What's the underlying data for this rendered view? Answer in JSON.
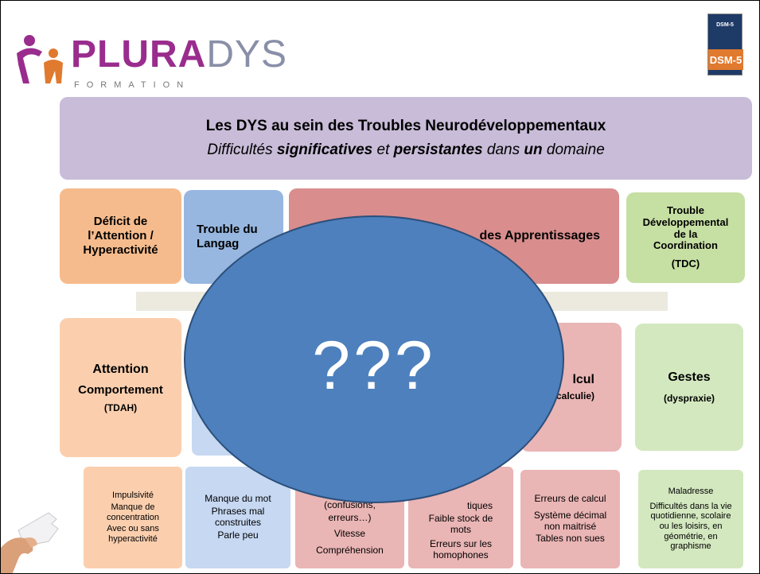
{
  "logo": {
    "brand_bold": "PLURA",
    "brand_light": "DYS",
    "subtitle": "FORMATION"
  },
  "book": {
    "title": "DSM-5",
    "cover_big": "DSM-5"
  },
  "header": {
    "title": "Les DYS au sein des Troubles Neurodéveloppementaux",
    "subtitle_parts": [
      "Difficultés ",
      "significatives",
      " et ",
      "persistantes",
      " dans ",
      "un",
      " domaine"
    ]
  },
  "categories": {
    "tdah": [
      "Déficit de",
      "l’Attention /",
      "Hyperactivité"
    ],
    "langage": [
      "Trouble du",
      "Langag"
    ],
    "apprentissages": "des Apprentissages",
    "tdc": [
      "Trouble",
      "Développemental",
      "de la",
      "Coordination",
      "(TDC)"
    ]
  },
  "domains": {
    "attention": [
      "Attention",
      "Comportement",
      "(TDAH)"
    ],
    "calcul": [
      "lcul",
      "calculie)"
    ],
    "gestes": [
      "Gestes",
      "(dyspraxie)"
    ]
  },
  "overlay": {
    "text": "???"
  },
  "symptoms": {
    "tdah": [
      "Impulsivité",
      "Manque de concentration",
      "Avec ou sans hyperactivité"
    ],
    "langage": [
      "Manque du mot",
      "Phrases mal construites",
      "Parle peu"
    ],
    "lecture": [
      "(confusions,",
      "erreurs…)",
      "Vitesse",
      "Compréhension"
    ],
    "ortho": [
      "tiques",
      "Faible stock de mots",
      "Erreurs sur les homophones"
    ],
    "calcul": [
      "Erreurs de calcul",
      "Système décimal non maitrisé",
      "Tables non sues"
    ],
    "gestes": [
      "Maladresse",
      "Difficultés dans la vie quotidienne, scolaire ou les loisirs, en géométrie, en graphisme"
    ]
  },
  "colors": {
    "header_bg": "#c8bcd8",
    "tdah_cat": "#f6bb8c",
    "langage_cat": "#97b7e0",
    "appr_cat": "#d98d8d",
    "tdc_cat": "#c6dfa3",
    "overlay": "#4d80bd",
    "brand": "#9a2c8e"
  }
}
